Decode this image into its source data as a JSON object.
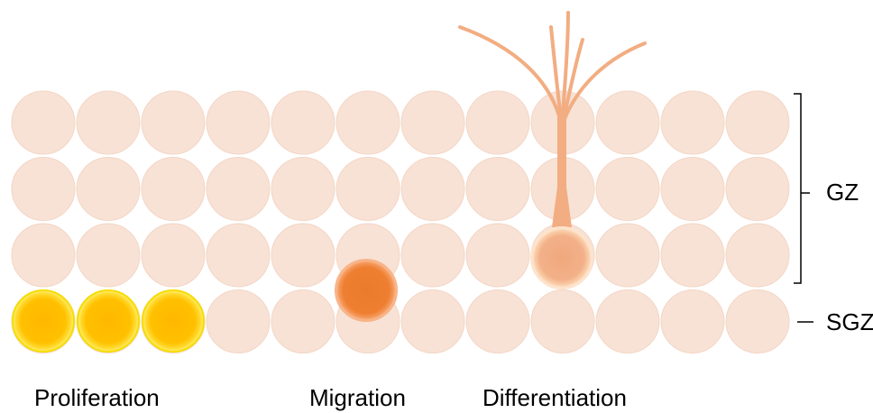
{
  "diagram": {
    "grid": {
      "columns": 12,
      "rows": 4
    },
    "colors": {
      "background_cell": "#f8e2d5",
      "background_cell_stroke": "#f3d6c6",
      "proliferation_cell": "#ffbf00",
      "proliferation_cell_edge": "#ffe600",
      "migration_cell": "#ec7c30",
      "migration_cell_edge": "#f7a36b",
      "differentiation_cell": "#f2ad82",
      "differentiation_cell_edge": "#fde0c8",
      "dendrite": "#f2ad82",
      "bracket": "#000000"
    },
    "zones": {
      "gz": "GZ",
      "sgz": "SGZ"
    },
    "stages": {
      "proliferation": "Proliferation",
      "migration": "Migration",
      "differentiation": "Differentiation"
    },
    "icons": {
      "proliferation_cell": "dividing-cell",
      "migration_cell": "migrating-cell",
      "differentiation_cell": "neuron"
    }
  }
}
